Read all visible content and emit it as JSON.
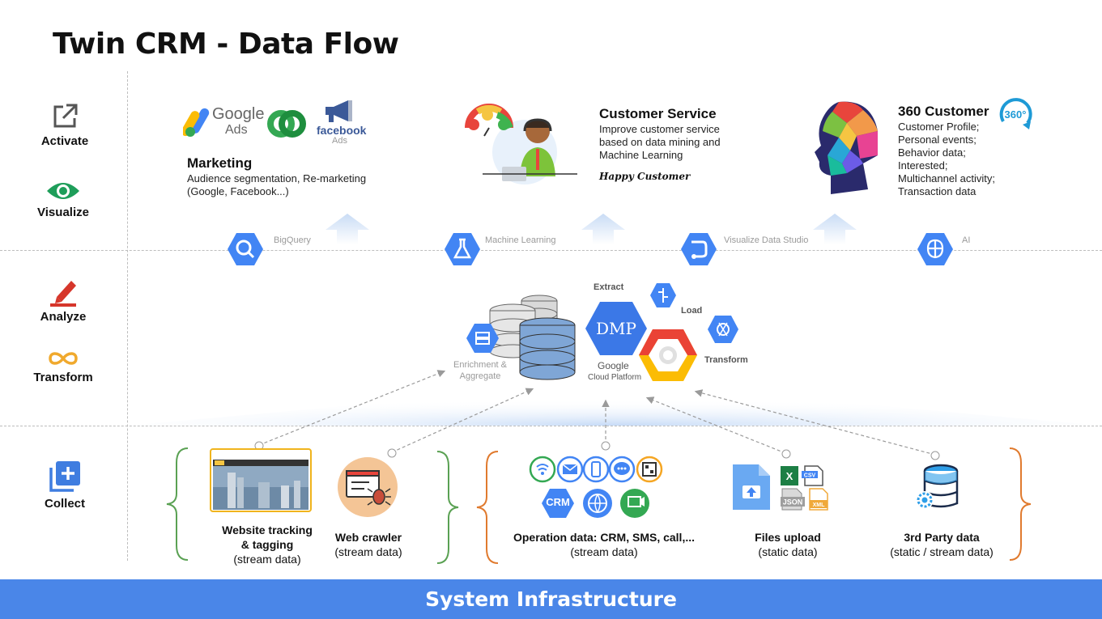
{
  "title": "Twin CRM - Data Flow",
  "layers": {
    "activate": "Activate",
    "visualize": "Visualize",
    "analyze": "Analyze",
    "transform": "Transform",
    "collect": "Collect"
  },
  "marketing": {
    "logo_google": "Google",
    "logo_ads": "Ads",
    "logo_facebook": "facebook",
    "logo_facebook_ads": "Ads",
    "heading": "Marketing",
    "desc_line1": "Audience segmentation, Re-marketing",
    "desc_line2": "(Google, Facebook...)"
  },
  "customer_service": {
    "heading": "Customer Service",
    "desc_line1": "Improve customer service",
    "desc_line2": "based on data mining and",
    "desc_line3": "Machine Learning",
    "tagline": "Happy Customer"
  },
  "customer360": {
    "heading": "360 Customer",
    "badge": "360°",
    "items": [
      "Customer Profile;",
      "Personal events;",
      "Behavior data;",
      "Interested;",
      "Multichannel activity;",
      "Transaction data"
    ]
  },
  "services": {
    "bigquery": "BigQuery",
    "ml": "Machine Learning",
    "datastudio": "Visualize Data Studio",
    "ai": "AI"
  },
  "analyze": {
    "enrichment_line1": "Enrichment &",
    "enrichment_line2": "Aggregate",
    "dmp": "DMP",
    "gcp_line1": "Google",
    "gcp_line2": "Cloud Platform",
    "extract": "Extract",
    "load": "Load",
    "transform": "Transform"
  },
  "collect": {
    "website_line1": "Website tracking",
    "website_line2": "&  tagging",
    "website_line3": "(stream data)",
    "crawler_line1": "Web crawler",
    "crawler_line2": "(stream data)",
    "ops_line1": "Operation data: CRM, SMS, call,...",
    "ops_line2": "(stream data)",
    "crm_badge": "CRM",
    "files_line1": "Files upload",
    "files_line2": "(static data)",
    "file_csv": "CSV",
    "file_json": "JSON",
    "file_xml": "XML",
    "third_line1": "3rd Party data",
    "third_line2": "(static / stream data)"
  },
  "footer": "System Infrastructure",
  "colors": {
    "footer_bg": "#4a86e8",
    "hex_blue": "#4285f4",
    "green_brace": "#5aa153",
    "orange_brace": "#e07a2e",
    "google_yellow": "#fbbc04",
    "google_green": "#34a853",
    "google_red": "#ea4335"
  }
}
